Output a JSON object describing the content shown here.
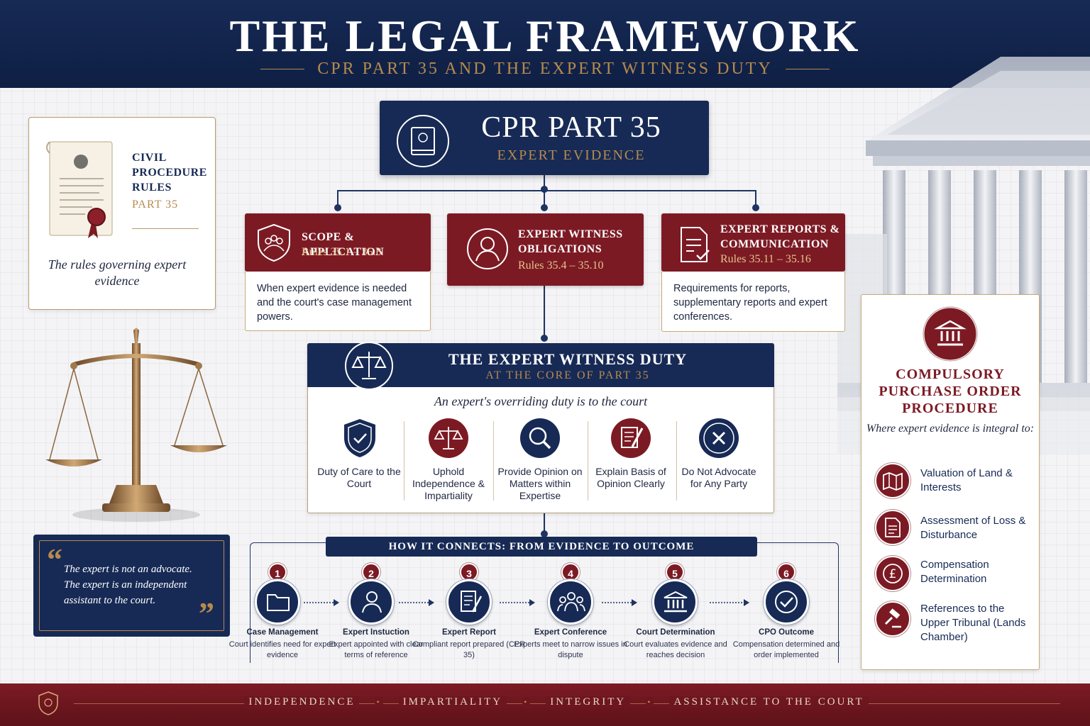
{
  "header": {
    "title": "THE LEGAL FRAMEWORK",
    "subtitle": "CPR PART 35 AND THE EXPERT WITNESS DUTY"
  },
  "civil_card": {
    "title": "CIVIL PROCEDURE RULES",
    "part": "PART 35",
    "caption": "The rules governing expert evidence"
  },
  "quote": {
    "text": "The expert is not an advocate. The expert is an independent assistant to the court.",
    "open_mark": "“",
    "close_mark": "”"
  },
  "cpr": {
    "title": "CPR PART 35",
    "subtitle": "EXPERT EVIDENCE"
  },
  "categories": [
    {
      "title": "SCOPE & APPLICATION",
      "rules": "Rules 35.1 – 35.3",
      "body": "When expert evidence is needed and the court's case management powers."
    },
    {
      "title": "EXPERT WITNESS OBLIGATIONS",
      "rules": "Rules 35.4 – 35.10"
    },
    {
      "title": "EXPERT REPORTS & COMMUNICATION",
      "rules": "Rules 35.11 – 35.16",
      "body": "Requirements for reports, supplementary reports and expert conferences."
    }
  ],
  "duty": {
    "title": "THE EXPERT WITNESS DUTY",
    "subtitle": "AT THE CORE OF PART 35",
    "tagline": "An expert's overriding duty is to the court",
    "items": [
      {
        "label": "Duty of Care to the Court",
        "icon": "shield-check-icon"
      },
      {
        "label": "Uphold Independence & Impartiality",
        "icon": "scales-icon"
      },
      {
        "label": "Provide Opinion on Matters within Expertise",
        "icon": "magnifier-icon"
      },
      {
        "label": "Explain Basis of Opinion Clearly",
        "icon": "document-pen-icon"
      },
      {
        "label": "Do Not Advocate for Any Party",
        "icon": "x-circle-icon"
      }
    ]
  },
  "process": {
    "banner": "HOW IT CONNECTS: FROM EVIDENCE TO OUTCOME",
    "steps": [
      {
        "num": "1",
        "title": "Case Management",
        "desc": "Court identifies need for expert evidence",
        "icon": "folder-icon"
      },
      {
        "num": "2",
        "title": "Expert Instuction",
        "desc": "Expert appointed with clear terms of reference",
        "icon": "person-icon"
      },
      {
        "num": "3",
        "title": "Expert Report",
        "desc": "Compliant report prepared (CPR 35)",
        "icon": "report-icon"
      },
      {
        "num": "4",
        "title": "Expert Conference",
        "desc": "Experts meet to narrow issues in dispute",
        "icon": "group-icon"
      },
      {
        "num": "5",
        "title": "Court Determination",
        "desc": "Court evaluates evidence and reaches decision",
        "icon": "courthouse-icon"
      },
      {
        "num": "6",
        "title": "CPO Outcome",
        "desc": "Compensation determined and order implemented",
        "icon": "check-circle-icon"
      }
    ]
  },
  "cpo": {
    "title": "COMPULSORY PURCHASE ORDER PROCEDURE",
    "subtitle": "Where expert evidence is integral to:",
    "items": [
      {
        "label": "Valuation of Land & Interests",
        "icon": "map-icon"
      },
      {
        "label": "Assessment of Loss & Disturbance",
        "icon": "document-icon"
      },
      {
        "label": "Compensation Determination",
        "icon": "pound-icon"
      },
      {
        "label": "References to the Upper Tribunal (Lands Chamber)",
        "icon": "gavel-icon"
      }
    ]
  },
  "footer": {
    "words": [
      "INDEPENDENCE",
      "IMPARTIALITY",
      "INTEGRITY",
      "ASSISTANCE TO THE COURT"
    ],
    "separator": "•"
  },
  "colors": {
    "navy": "#172a55",
    "maroon": "#7c1a24",
    "gold": "#b68a4e"
  }
}
